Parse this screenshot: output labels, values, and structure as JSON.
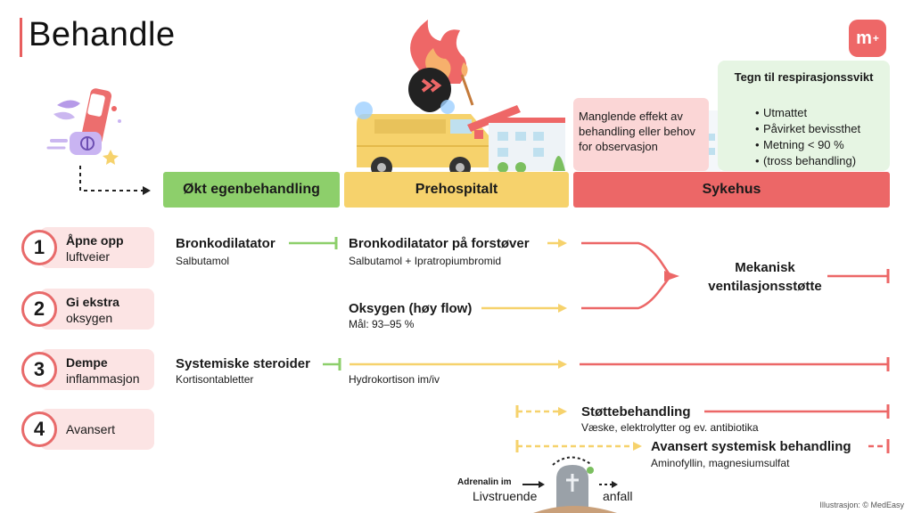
{
  "header": {
    "title": "Behandle",
    "logo_text": "m",
    "logo_plus": "+"
  },
  "stages": [
    {
      "label": "Økt egenbehandling",
      "color": "#8dcf6b"
    },
    {
      "label": "Prehospitalt",
      "color": "#f6d26c"
    },
    {
      "label": "Sykehus",
      "color": "#ec6767"
    }
  ],
  "hospital_info": {
    "observation_text": "Manglende effekt av behandling eller behov for observasjon",
    "failure_title": "Tegn til respirasjonssvikt",
    "failure_signs": [
      "Utmattet",
      "Påvirket bevissthet",
      "Metning < 90 %",
      "(tross behandling)"
    ]
  },
  "steps": [
    {
      "number": "1",
      "title": "Åpne opp",
      "subtitle": "luftveier"
    },
    {
      "number": "2",
      "title": "Gi ekstra",
      "subtitle": "oksygen"
    },
    {
      "number": "3",
      "title": "Dempe",
      "subtitle": "inflammasjon"
    },
    {
      "number": "4",
      "title": "",
      "subtitle": "Avansert"
    }
  ],
  "treatments": {
    "bronchodilator": {
      "name": "Bronkodilatator",
      "detail": "Salbutamol"
    },
    "nebulizer": {
      "name": "Bronkodilatator på forstøver",
      "detail": "Salbutamol + Ipratropiumbromid"
    },
    "oxygen": {
      "name": "Oksygen (høy flow)",
      "detail": "Mål: 93–95 %"
    },
    "ventilation": {
      "line1": "Mekanisk",
      "line2": "ventilasjonsstøtte"
    },
    "steroids": {
      "name": "Systemiske steroider",
      "detail": "Kortisontabletter"
    },
    "hydrocortisone": {
      "detail": "Hydrokortison im/iv"
    },
    "supportive": {
      "name": "Støttebehandling",
      "detail": "Væske, elektrolytter og ev. antibiotika"
    },
    "advanced": {
      "name": "Avansert systemisk behandling",
      "detail": "Aminofyllin, magnesiumsulfat"
    }
  },
  "bottom": {
    "adrenaline": "Adrenalin im",
    "life_threatening": "Livstruende",
    "attack": "anfall"
  },
  "credit": "Illustrasjon: © MedEasy",
  "colors": {
    "green": "#8dcf6b",
    "yellow": "#f6d26c",
    "red": "#ec6767"
  }
}
